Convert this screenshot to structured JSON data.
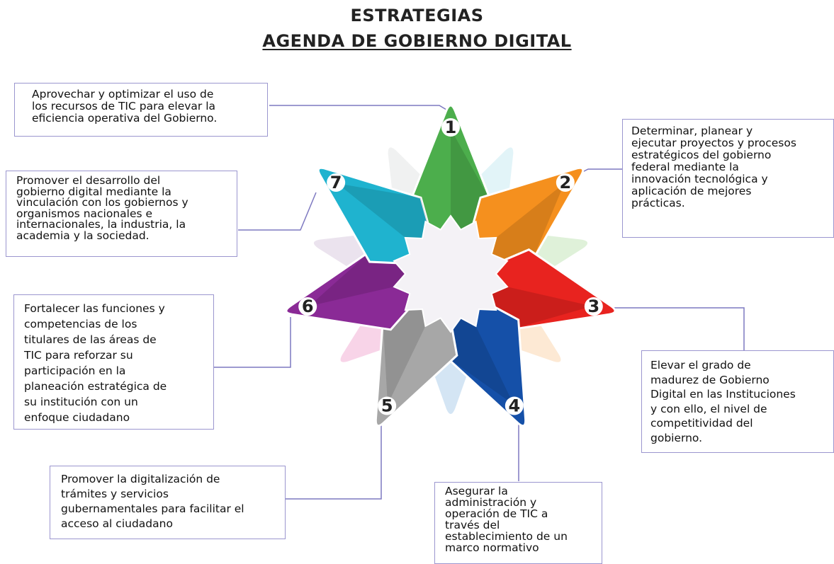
{
  "header": {
    "title_line1": "Estrategias",
    "title_line2": "Agenda de Gobierno Digital"
  },
  "strategies": [
    {
      "number": "1",
      "color": "#4cae4c",
      "text": "Aprovechar y optimizar el uso de\nlos recursos de TIC para elevar la\neficiencia operativa del Gobierno."
    },
    {
      "number": "2",
      "color": "#f5901e",
      "text": "Determinar, planear y\nejecutar proyectos y procesos\nestratégicos del gobierno\nfederal mediante la\ninnovación tecnológica y\naplicación de mejores\nprácticas."
    },
    {
      "number": "3",
      "color": "#e8231f",
      "text": "Elevar el grado de\nmadurez de Gobierno\nDigital en las Instituciones\ny con ello, el nivel de\ncompetitividad del\ngobierno."
    },
    {
      "number": "4",
      "color": "#1550a8",
      "text": "Asegurar la\nadministración y\noperación de TIC a\ntravés del\nestablecimiento de un\nmarco normativo"
    },
    {
      "number": "5",
      "color": "#a7a7a7",
      "text": "Promover la digitalización de\ntrámites y servicios\ngubernamentales para facilitar el\nacceso al ciudadano"
    },
    {
      "number": "6",
      "color": "#8a2a96",
      "text": "Fortalecer las funciones y\ncompetencias de los\ntitulares de las áreas de\nTIC para reforzar su\nparticipación en la\nplaneación estratégica de\nsu institución con un\nenfoque ciudadano"
    },
    {
      "number": "7",
      "color": "#1fb3cf",
      "text": "Promover el desarrollo del\ngobierno digital mediante la\nvinculación con los gobiernos y\norganismos nacionales e\ninternacionales, la industria, la\nacademia y la sociedad."
    }
  ]
}
